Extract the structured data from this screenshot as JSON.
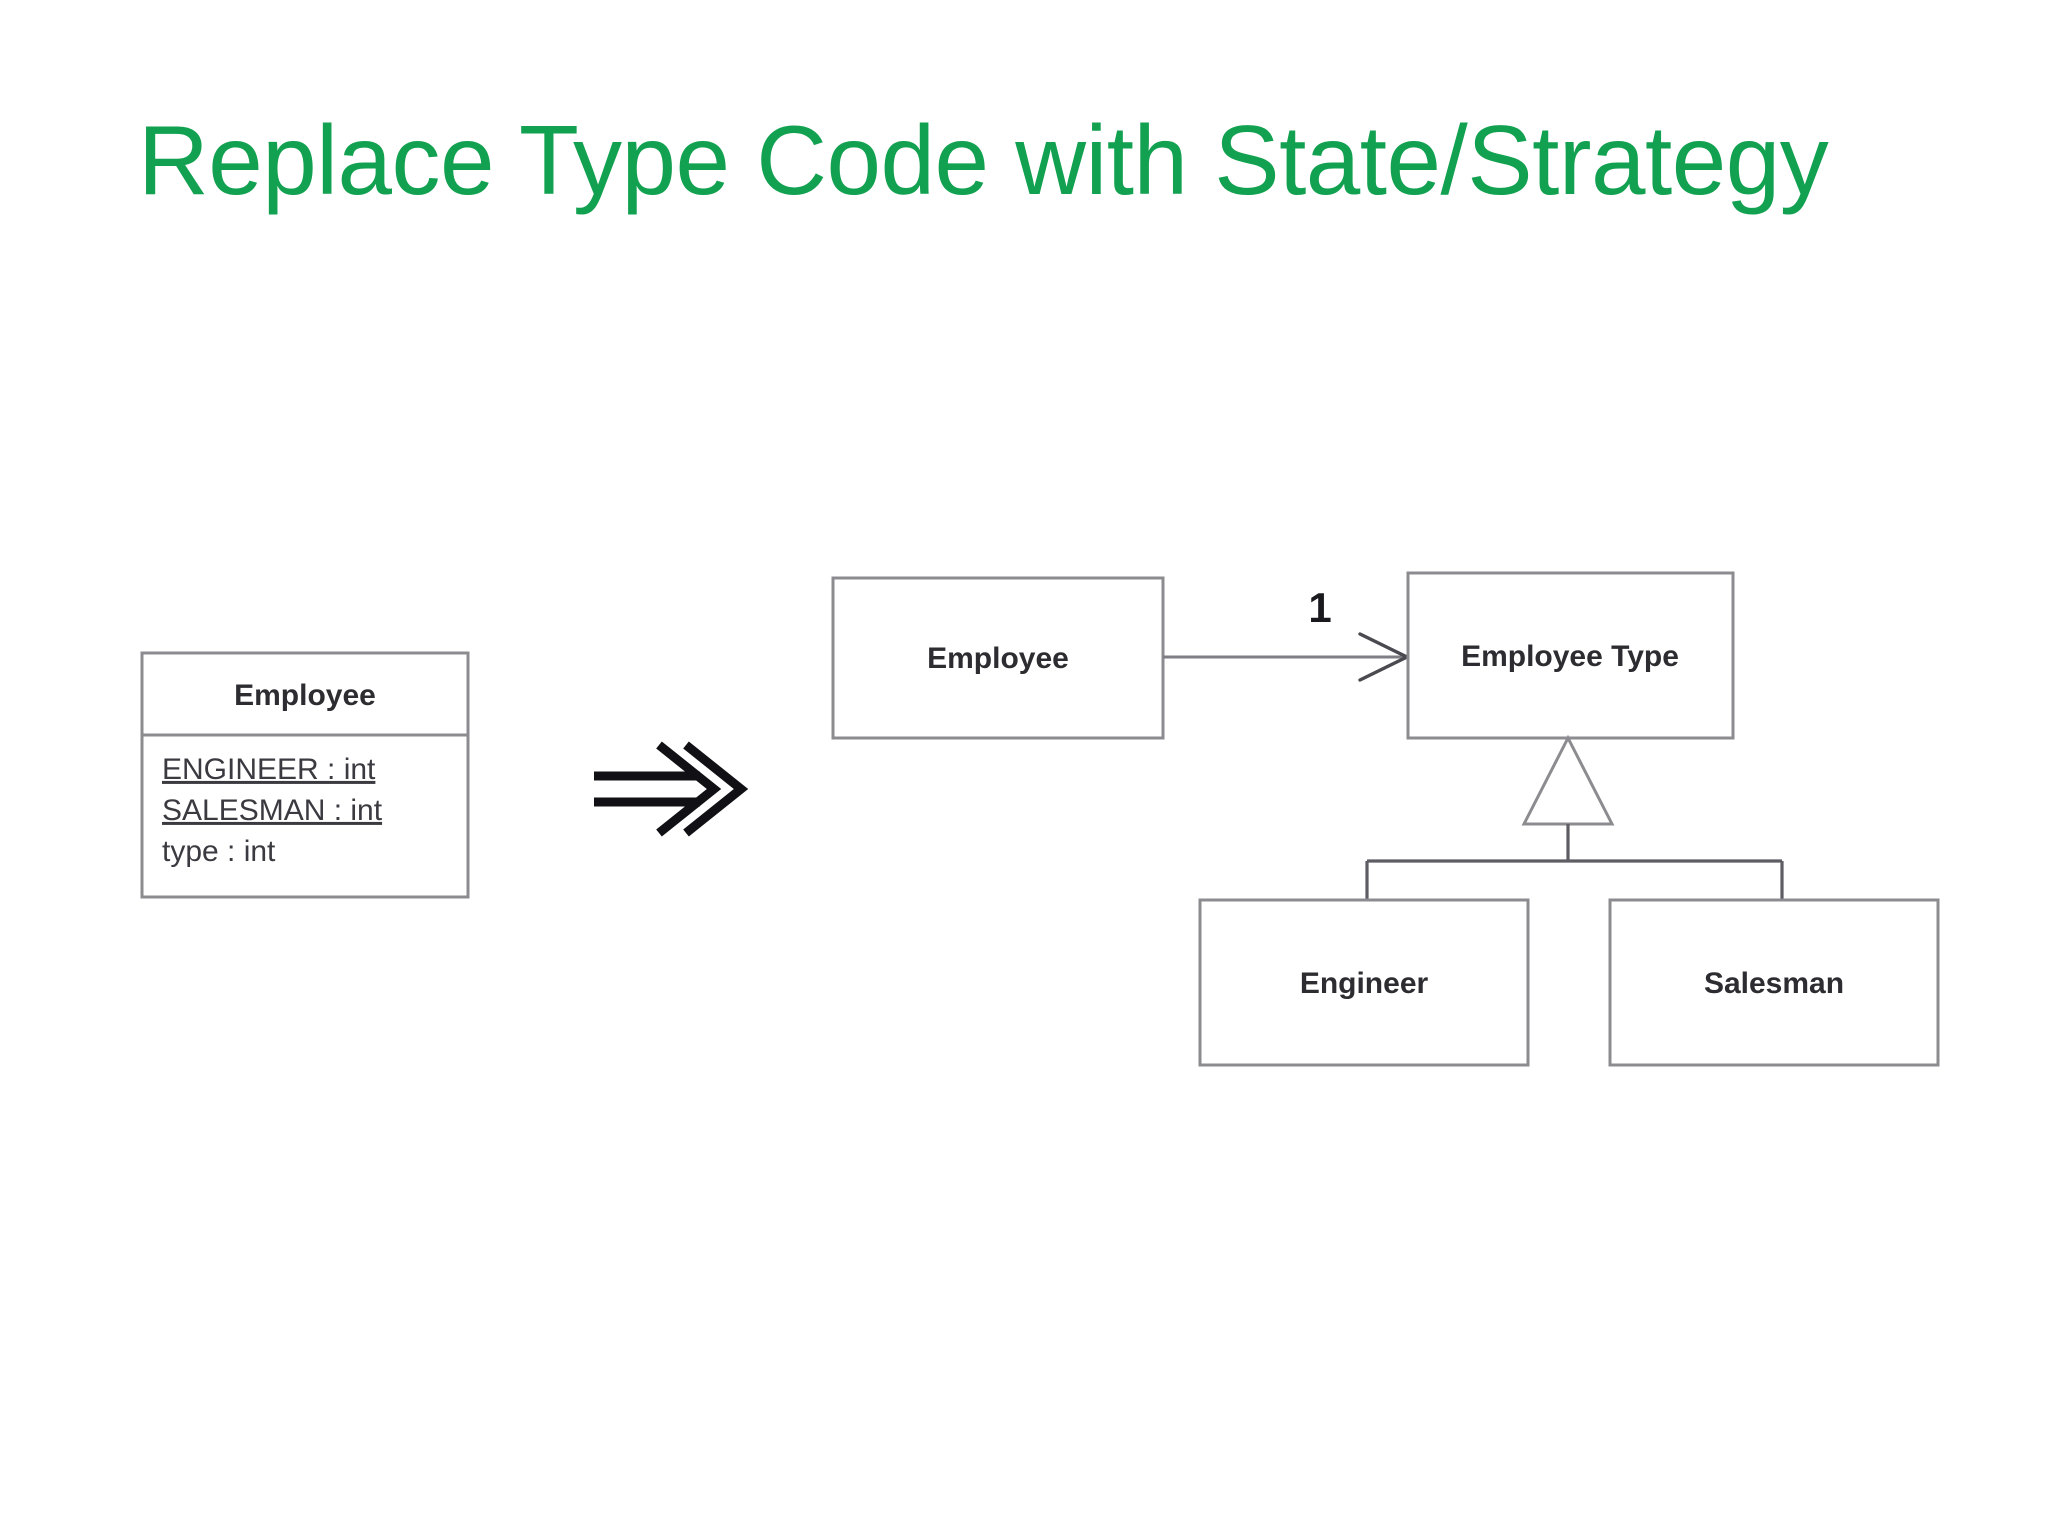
{
  "slide": {
    "title": "Replace Type Code with State/Strategy",
    "title_color": "#12a150",
    "background_color": "#ffffff"
  },
  "before": {
    "class_box": {
      "name": "Employee",
      "attributes": [
        {
          "text": "ENGINEER : int",
          "static": true
        },
        {
          "text": "SALESMAN : int",
          "static": true
        },
        {
          "text": "type : int",
          "static": false
        }
      ]
    }
  },
  "transform": {
    "icon": "double-right-arrow-icon"
  },
  "after": {
    "boxes": [
      {
        "id": "employee",
        "name": "Employee"
      },
      {
        "id": "employee-type",
        "name": "Employee Type"
      },
      {
        "id": "engineer",
        "name": "Engineer"
      },
      {
        "id": "salesman",
        "name": "Salesman"
      }
    ],
    "association": {
      "from": "Employee",
      "to": "Employee Type",
      "multiplicity": "1",
      "arrow": "open-arrow-icon"
    },
    "generalization": {
      "parent": "Employee Type",
      "children": [
        "Engineer",
        "Salesman"
      ],
      "marker": "hollow-triangle-icon"
    }
  }
}
